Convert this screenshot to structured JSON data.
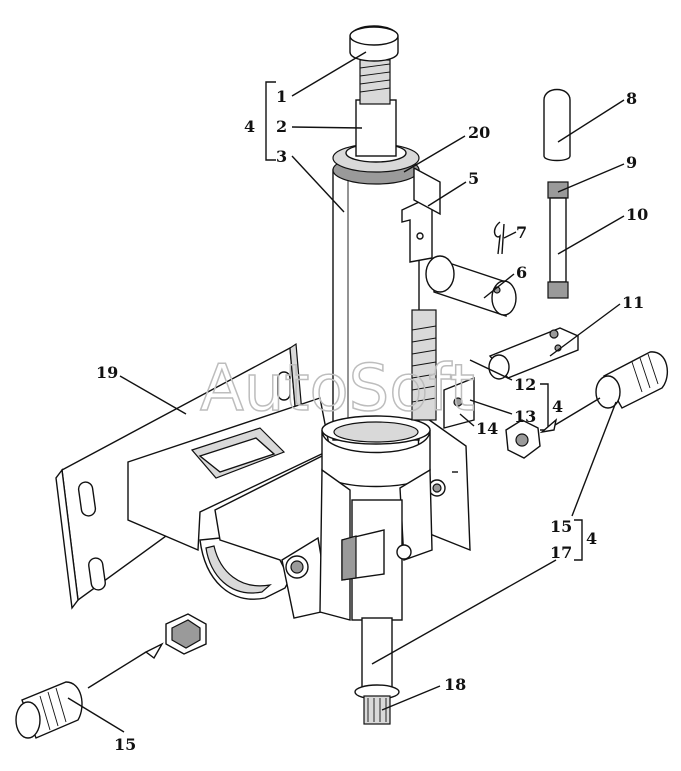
{
  "watermark": "AutoSoft",
  "labels": {
    "l1": "1",
    "l2": "2",
    "l3": "3",
    "l4a": "4",
    "l20": "20",
    "l5": "5",
    "l6": "6",
    "l7": "7",
    "l8": "8",
    "l9": "9",
    "l10": "10",
    "l11": "11",
    "l12": "12",
    "l13": "13",
    "l4b": "4",
    "l14": "14",
    "l15a": "15",
    "l4c": "4",
    "l17": "17",
    "l18": "18",
    "l19": "19",
    "l15b": "15"
  }
}
